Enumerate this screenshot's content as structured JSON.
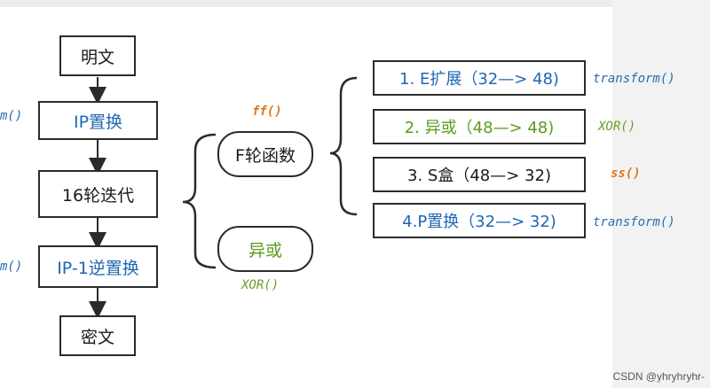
{
  "flow": {
    "plaintext": "明文",
    "ip": "IP置换",
    "rounds": "16轮迭代",
    "ip_inverse": "IP-1逆置换",
    "ciphertext": "密文"
  },
  "left_labels": {
    "ip_fn_fragment": "m()",
    "ip_inverse_fn_fragment": "m()"
  },
  "middle": {
    "f_function": "F轮函数",
    "f_label": "ff()",
    "xor": "异或",
    "xor_label": "XOR()"
  },
  "steps": [
    {
      "label": "1. E扩展（32—> 48)",
      "fn": "transform()"
    },
    {
      "label": "2. 异或（48—> 48)",
      "fn": "XOR()"
    },
    {
      "label": "3. S盒（48—> 32)",
      "fn": "ss()"
    },
    {
      "label": "4.P置换（32—> 32)",
      "fn": "transform()"
    }
  ],
  "watermark": "CSDN @yhryhryhr-",
  "colors": {
    "blue": "#1f66b3",
    "green": "#5b9b1c",
    "orange": "#e0761a",
    "border": "#2b2b2b"
  }
}
